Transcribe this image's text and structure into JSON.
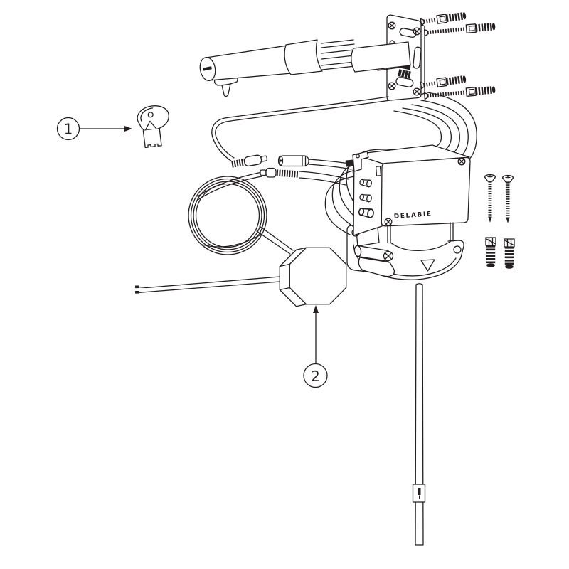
{
  "diagram": {
    "type": "installation-parts-diagram",
    "background": "#ffffff",
    "ink_color": "#231f20",
    "brand_label": "DELABIE",
    "callouts": {
      "one": {
        "number": "1",
        "points_to": "key"
      },
      "two": {
        "number": "2",
        "points_to": "transformer-box"
      }
    },
    "parts": [
      "key",
      "spout",
      "wall-mounting-plate",
      "fixing-screws-with-wall-plugs",
      "supply-tube-bundle",
      "sensor-cable",
      "jack-connectors",
      "coiled-cable",
      "electronic-control-box",
      "valve-cradle",
      "transformer-box",
      "mains-wire-ends",
      "countersunk-screws",
      "wall-plugs",
      "vertical-supply-tube",
      "tube-joint"
    ]
  }
}
